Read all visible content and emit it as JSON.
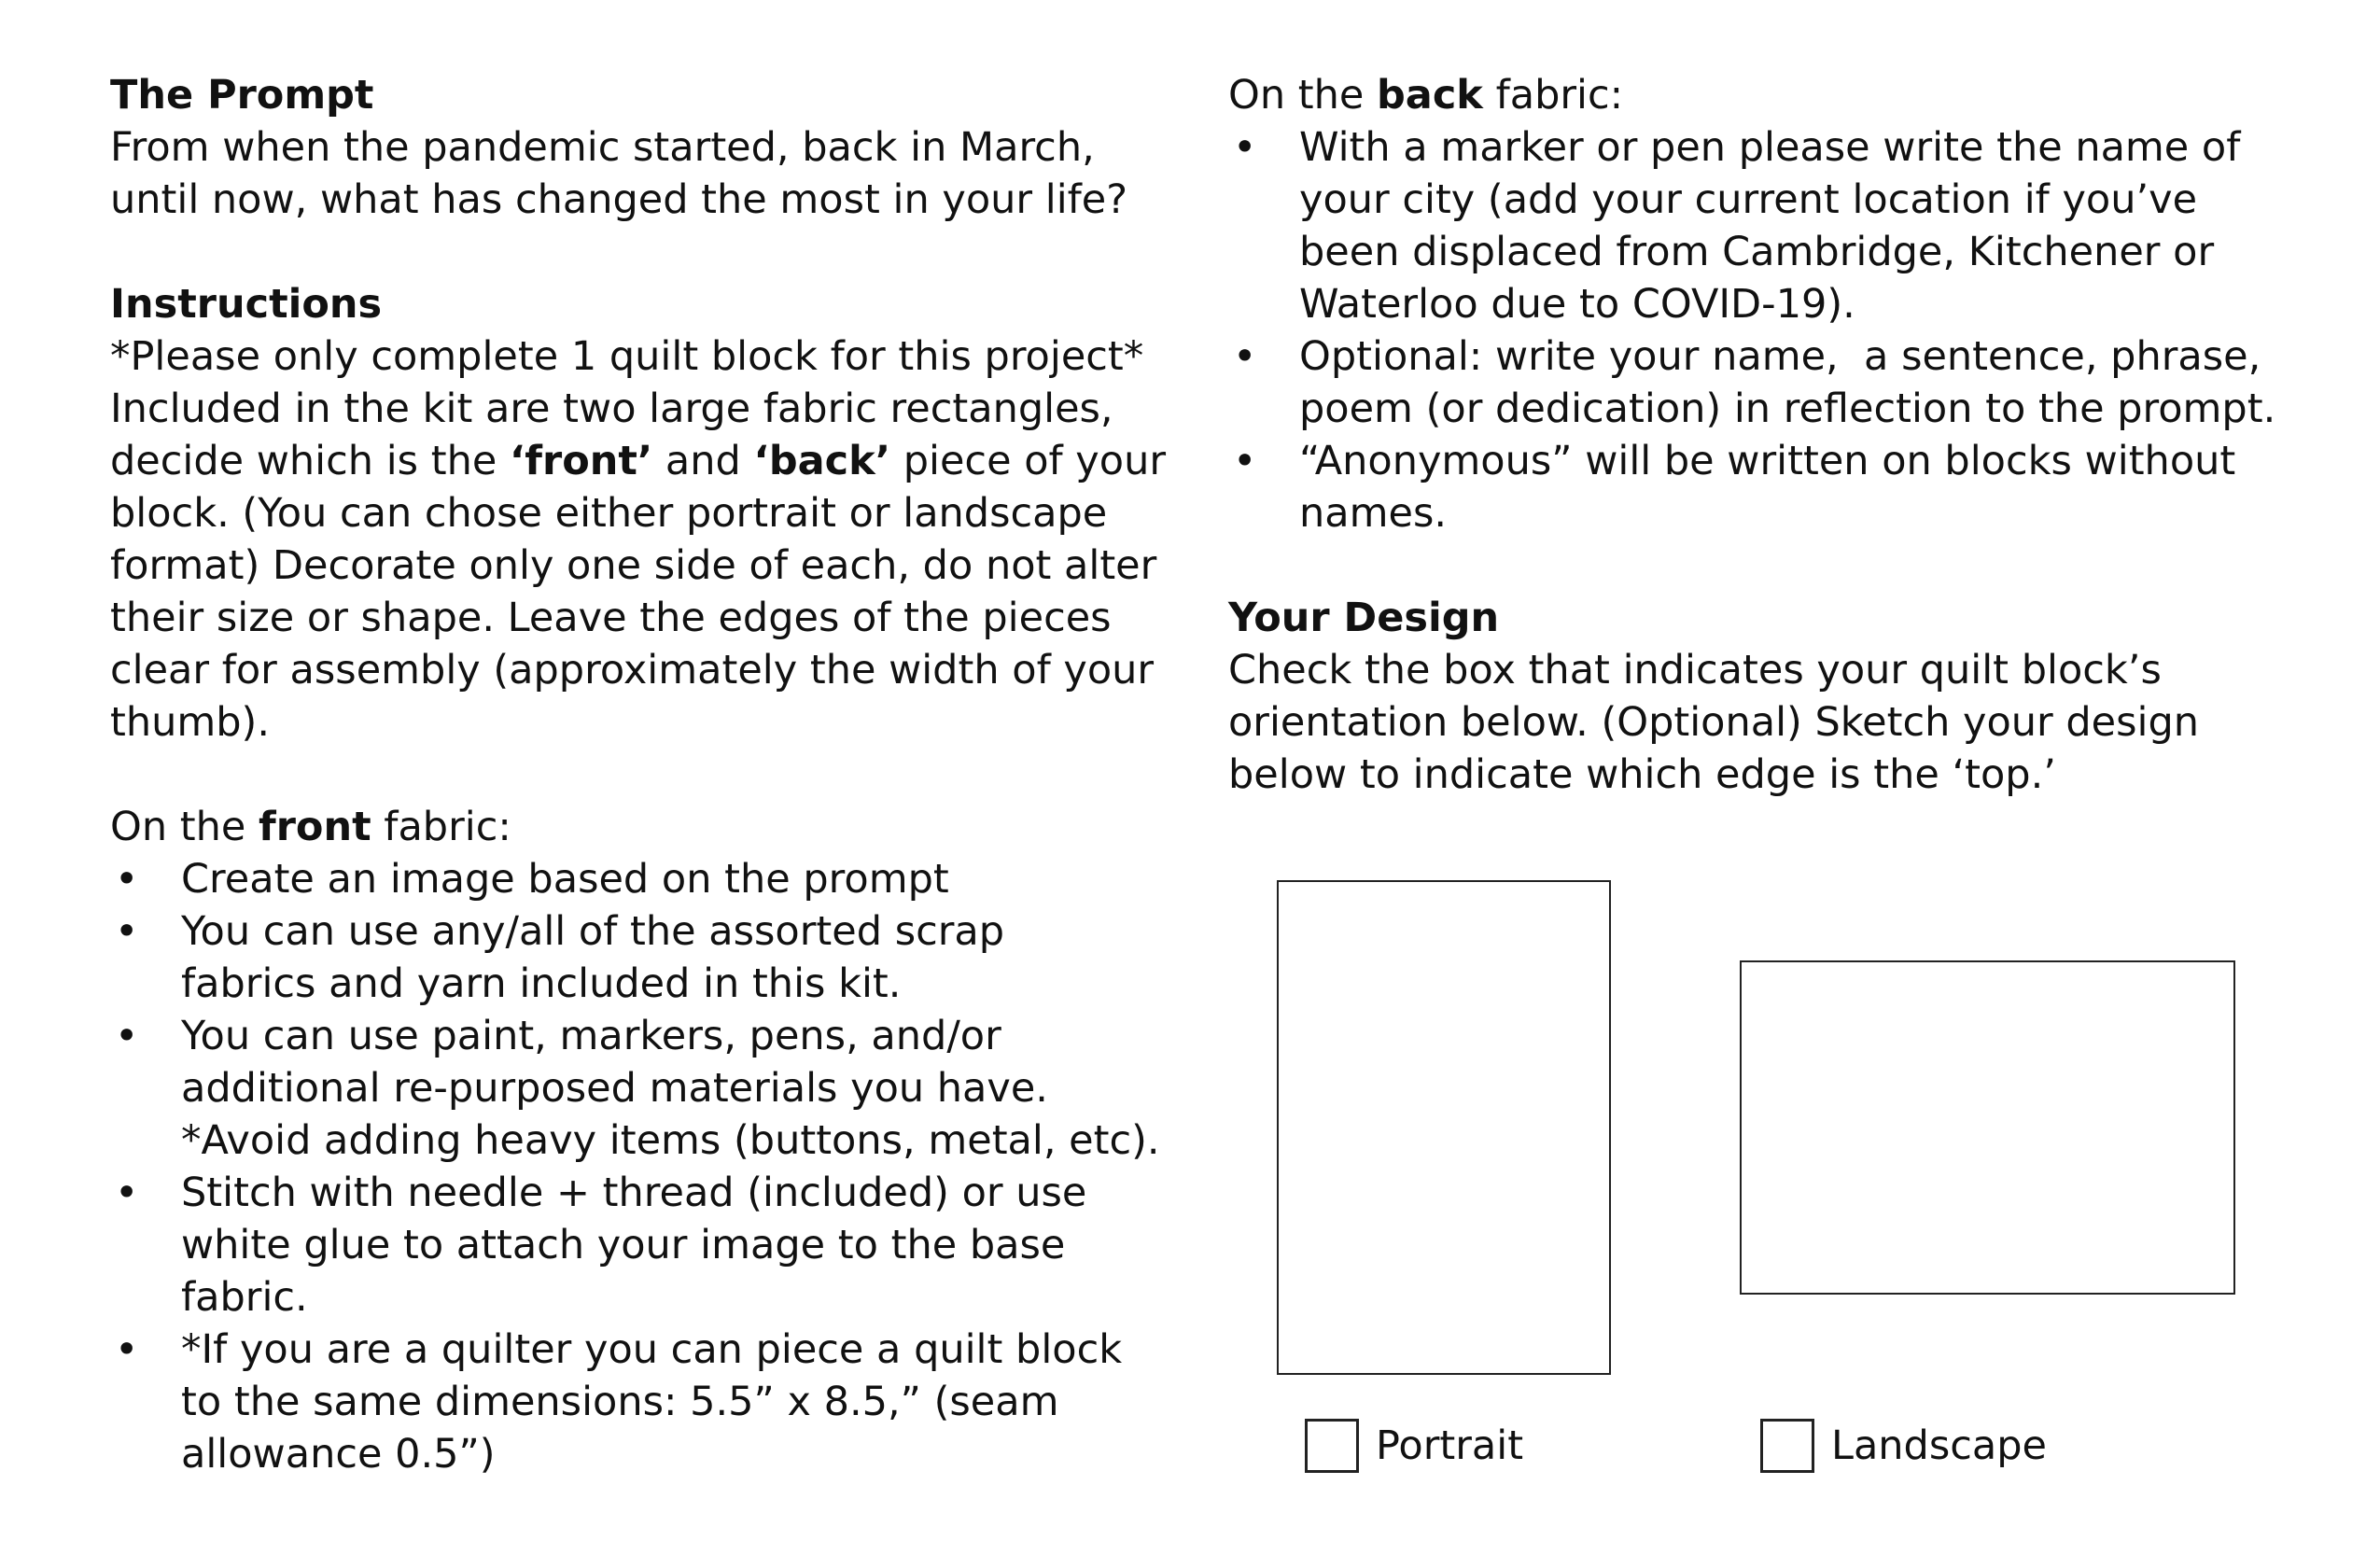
{
  "prompt": {
    "heading": "The Prompt",
    "lines": [
      "From when the pandemic started, back in March,",
      "until now, what has changed the most in your life?"
    ]
  },
  "instructions": {
    "heading": "Instructions",
    "lines": [
      "*Please only complete 1 quilt block for this project*",
      "Included in the kit are two large fabric rectangles,"
    ],
    "line3_before": "decide which is the ",
    "line3_front": "‘front’",
    "line3_and": " and ",
    "line3_back": "‘back’",
    "line3_after": " piece of your",
    "lines_after": [
      "block. (You can chose either portrait or landscape",
      "format) Decorate only one side of each, do not alter",
      "their size or shape. Leave the edges of the pieces",
      "clear for assembly (approximately the width of your",
      "thumb)."
    ]
  },
  "front_fabric": {
    "intro_before": "On the ",
    "intro_bold": "front",
    "intro_after": " fabric:",
    "bullets": [
      {
        "lines": [
          "Create an image based on the prompt"
        ]
      },
      {
        "lines": [
          "You can use any/all of the assorted scrap",
          "fabrics and yarn included in this kit."
        ]
      },
      {
        "lines": [
          "You can use paint, markers, pens, and/or",
          "additional re-purposed materials you have.",
          "*Avoid adding heavy items (buttons, metal, etc)."
        ]
      },
      {
        "lines": [
          "Stitch with needle + thread (included) or use",
          "white glue to attach your image to the base",
          "fabric."
        ]
      },
      {
        "lines": [
          "*If you are a quilter you can piece a quilt block",
          "to the same dimensions: 5.5” x 8.5,” (seam",
          "allowance 0.5”)"
        ]
      }
    ]
  },
  "back_fabric": {
    "intro_before": "On the ",
    "intro_bold": "back",
    "intro_after": " fabric:",
    "bullets": [
      {
        "lines": [
          "With a marker or pen please write the name of",
          "your city (add your current location if you’ve",
          "been displaced from Cambridge, Kitchener or",
          "Waterloo due to COVID-19)."
        ]
      },
      {
        "lines": [
          "Optional: write your name,  a sentence, phrase,",
          "poem (or dedication) in reflection to the prompt."
        ]
      },
      {
        "lines": [
          "“Anonymous” will be written on blocks without",
          "names."
        ]
      }
    ]
  },
  "your_design": {
    "heading": "Your Design",
    "lines": [
      "Check the box that indicates your quilt block’s",
      "orientation below. (Optional) Sketch your design",
      "below to indicate which edge is the ‘top.’"
    ],
    "portrait_label": "Portrait",
    "landscape_label": "Landscape"
  }
}
